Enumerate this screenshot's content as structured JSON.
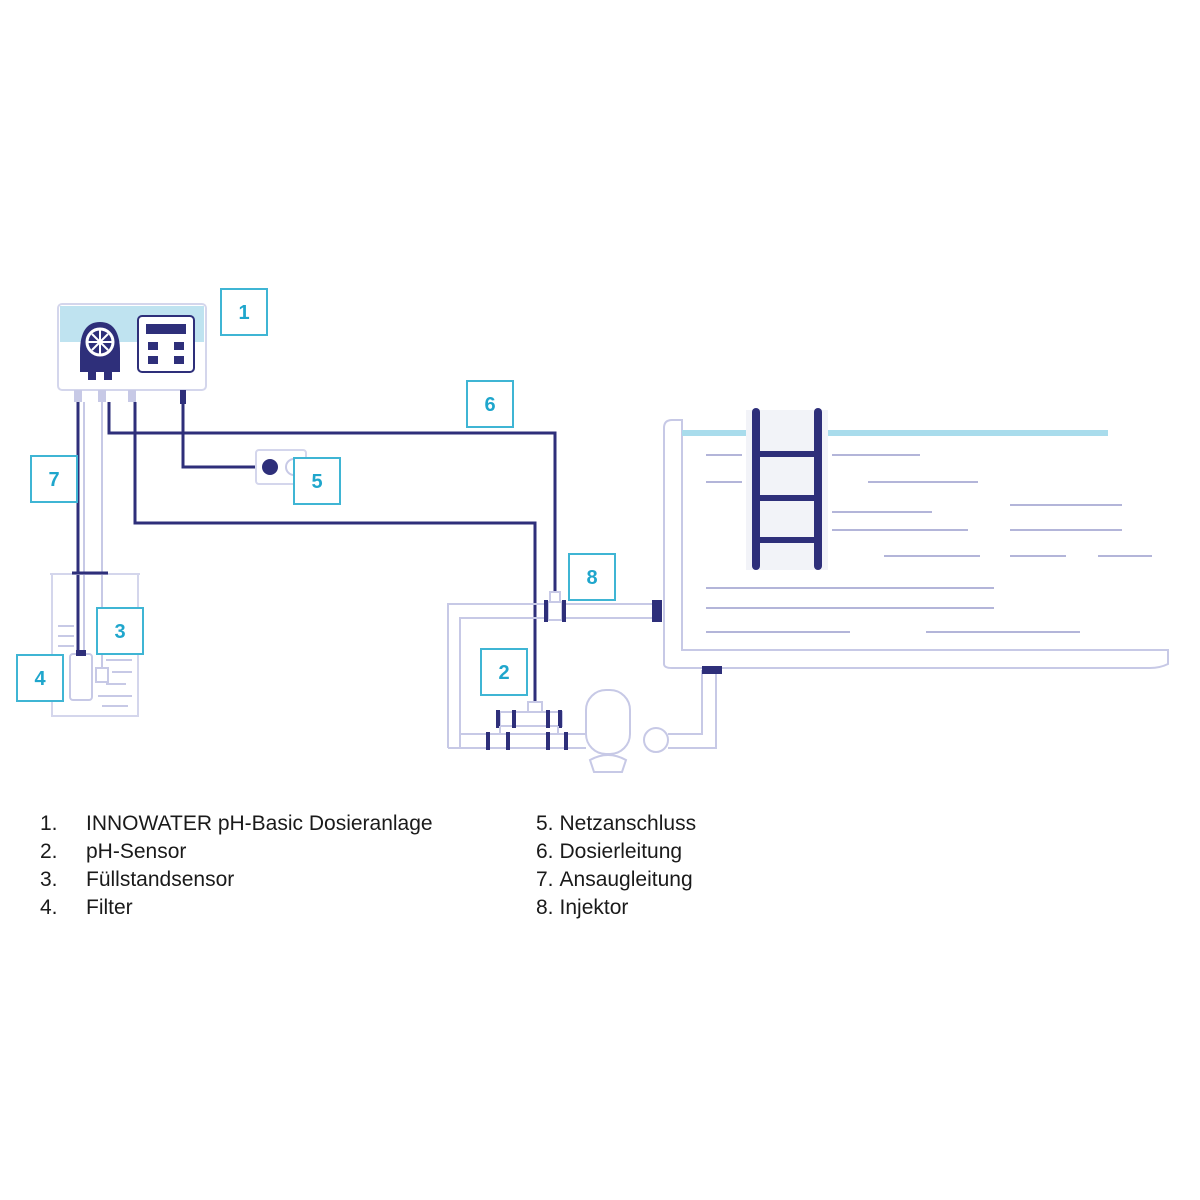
{
  "callouts": {
    "c1": "1",
    "c2": "2",
    "c3": "3",
    "c4": "4",
    "c5": "5",
    "c6": "6",
    "c7": "7",
    "c8": "8"
  },
  "legend": {
    "left": [
      {
        "num": "1.",
        "text": "INNOWATER pH-Basic Dosieranlage"
      },
      {
        "num": "2.",
        "text": "pH-Sensor"
      },
      {
        "num": "3.",
        "text": "Füllstandsensor"
      },
      {
        "num": "4.",
        "text": "Filter"
      }
    ],
    "right": [
      {
        "num": "5.",
        "text": "Netzanschluss"
      },
      {
        "num": "6.",
        "text": "Dosierleitung"
      },
      {
        "num": "7.",
        "text": "Ansaugleitung"
      },
      {
        "num": "8.",
        "text": "Injektor"
      }
    ]
  },
  "colors": {
    "navy": "#2e2f7a",
    "callout": "#3fb5d4",
    "pipe_outline": "#c7c9e6",
    "water": "#a9dcec"
  }
}
